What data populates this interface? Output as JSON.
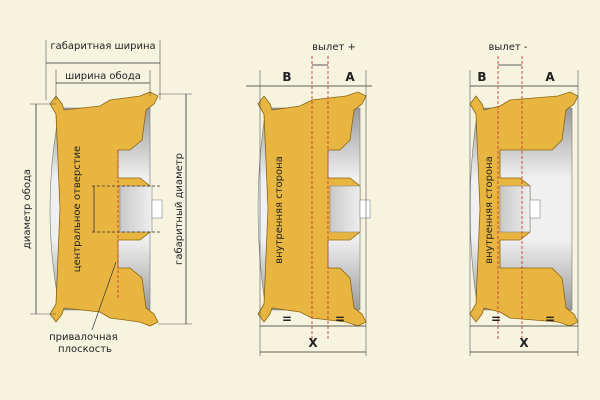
{
  "diagram_1": {
    "overall_width": "габаритная ширина",
    "rim_width": "ширина обода",
    "rim_diameter": "диаметр обода",
    "center_bore": "центральное отверстие",
    "overall_diameter": "габаритный диаметр",
    "mounting_surface": "привалочная плоскость"
  },
  "diagram_2": {
    "offset_label": "вылет +",
    "label_b": "B",
    "label_a": "A",
    "inner_side": "внутренняя сторона",
    "eq_left": "=",
    "eq_right": "=",
    "label_x": "X"
  },
  "diagram_3": {
    "offset_label": "вылет -",
    "label_b": "B",
    "label_a": "A",
    "inner_side": "внутренняя сторона",
    "eq_left": "=",
    "eq_right": "=",
    "label_x": "X"
  },
  "colors": {
    "background": "#f6f3df",
    "rim": "#e8b640",
    "rim_outline": "#8a6512",
    "center_line": "#cc3a3a"
  }
}
